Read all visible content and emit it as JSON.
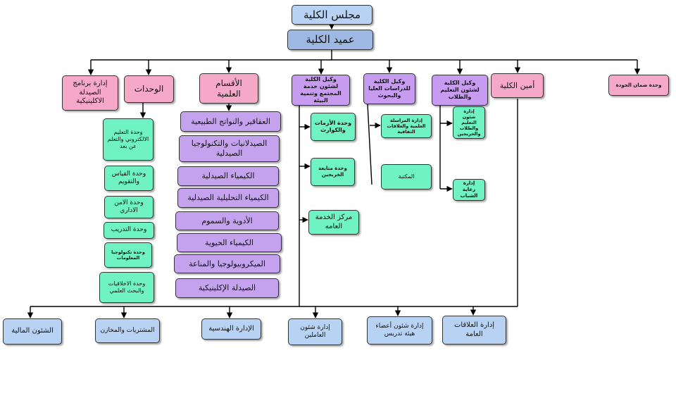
{
  "council": "مجلس الكلية",
  "dean": "عميد الكلية",
  "top_units": {
    "quality": "وحدة ضمان الجودة",
    "secretary": "أمين الكلية",
    "vd_education": "وكيل الكلية لشئون التعليم والطلاب",
    "vd_research": "وكيل الكلية للدراسات العليا والبحوث",
    "vd_community": "وكيل الكلية لشئون خدمة المجتمع وتنمية البيئة",
    "departments": "الأقسام العلمية",
    "units": "الوحدات",
    "clinical_program": "إدارة برنامج الصيدلة الاكلينيكية"
  },
  "education_sub": [
    "إدارة شئون التعليم والطلاب والخريجين",
    "إدارة رعاية الشباب"
  ],
  "research_sub": [
    "إدارة المراسلة العلمية والعلاقات الثقافية",
    "المكتبة"
  ],
  "community_sub": [
    "وحدة الأزمات والكوارث",
    "وحدة متابعة الخريجين",
    "مركز الخدمة العامه"
  ],
  "departments_list": [
    "العقاقير والنواتج الطبيعية",
    "الصيدلانيات والتكنولوجيا الصيدلية",
    "الكيمياء الصيدلية",
    "الكيمياء التحليلية الصيدلية",
    "الأدوية والسموم",
    "الكيمياء الحيوية",
    "الميكروبيولوجيا والمناعة",
    "الصيدلة الإكلينيكية"
  ],
  "units_list": [
    "وحدة التعليم الالكتروني والتعلم عن بعد",
    "وحدة القياس والتقويم",
    "وحدة الامن الاداري",
    "وحدة التدريب",
    "وحدة تكنولوجيا المعلومات",
    "وحدة الاخلاقيات والبحث العلمي"
  ],
  "bottom_admins": [
    "إدارة العلاقات العامة",
    "إدارة شئون أعضاء هيئة تدريس",
    "إدارة شئون العاملين",
    "الإدارة الهندسية",
    "المشتريات والمخازن",
    "الشئون المالية"
  ]
}
